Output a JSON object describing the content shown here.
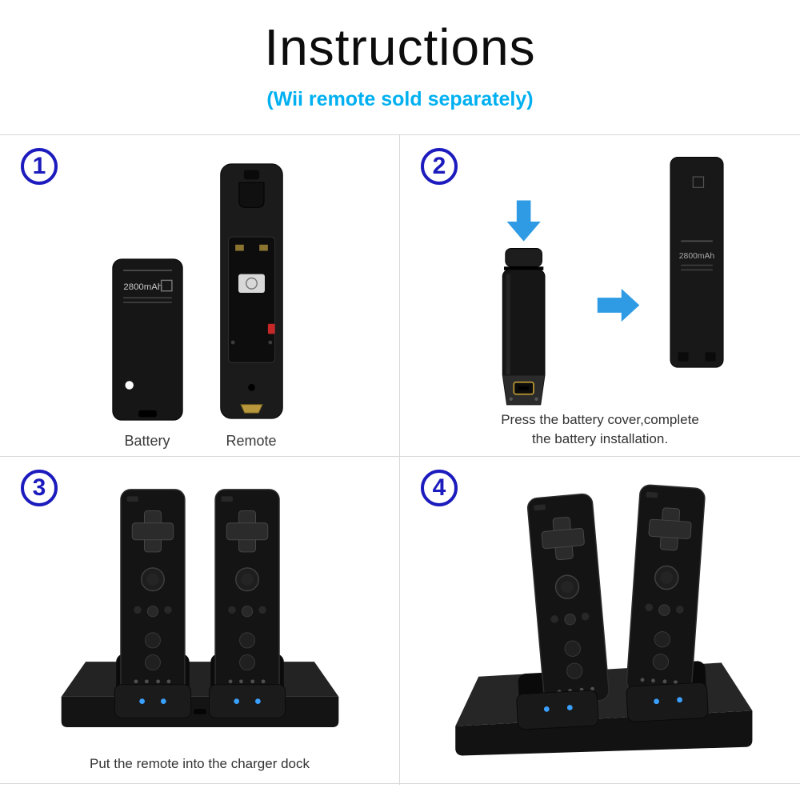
{
  "title": "Instructions",
  "subtitle": "(Wii remote sold separately)",
  "battery_text": "2800mAh",
  "colors": {
    "subtitle_blue": "#00b0f0",
    "step_number_blue": "#1c1bbd",
    "arrow_blue": "#2f9be4",
    "background": "#ffffff"
  },
  "steps": [
    {
      "number": "1",
      "caption_battery": "Battery",
      "caption_remote": "Remote"
    },
    {
      "number": "2",
      "caption_line1": "Press the battery cover,complete",
      "caption_line2": "the battery installation."
    },
    {
      "number": "3",
      "caption": "Put the remote into the charger dock"
    },
    {
      "number": "4"
    }
  ]
}
